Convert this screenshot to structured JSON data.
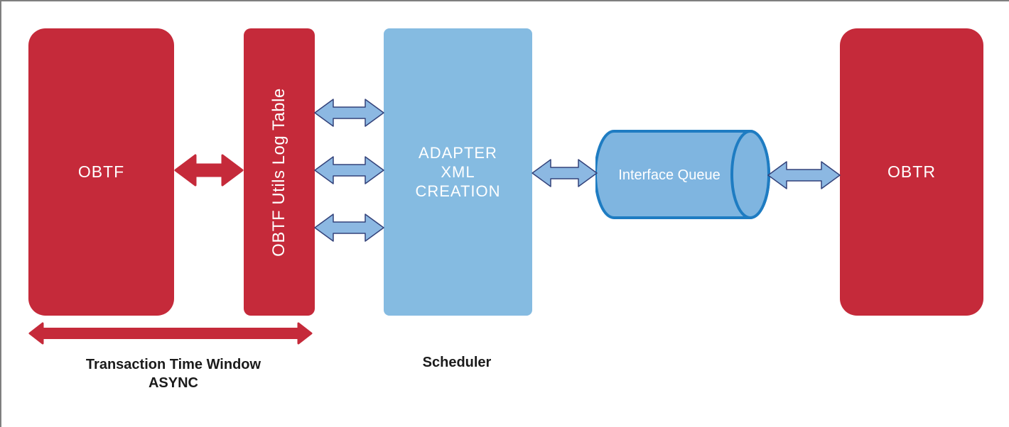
{
  "colors": {
    "node_red": "#C52A3A",
    "node_blue": "#85BBE1",
    "arrow_blue": "#8CB8E2",
    "arrow_blue_outline": "#33427A",
    "cylinder_fill": "#7FB5E0",
    "cylinder_stroke": "#1E7CC2",
    "label_dark": "#1B1B1B",
    "border_gray": "#7F7F7F"
  },
  "diagram": {
    "nodes": {
      "obtf": {
        "label": "OBTF"
      },
      "log_table": {
        "label": "OBTF Utils Log Table"
      },
      "adapter": {
        "label_lines": [
          "ADAPTER",
          "XML",
          "CREATION"
        ]
      },
      "queue": {
        "label": "Interface Queue"
      },
      "obtr": {
        "label": "OBTR"
      }
    },
    "annotations": {
      "window_line1": "Transaction Time Window",
      "window_line2": "ASYNC",
      "scheduler": "Scheduler"
    }
  }
}
